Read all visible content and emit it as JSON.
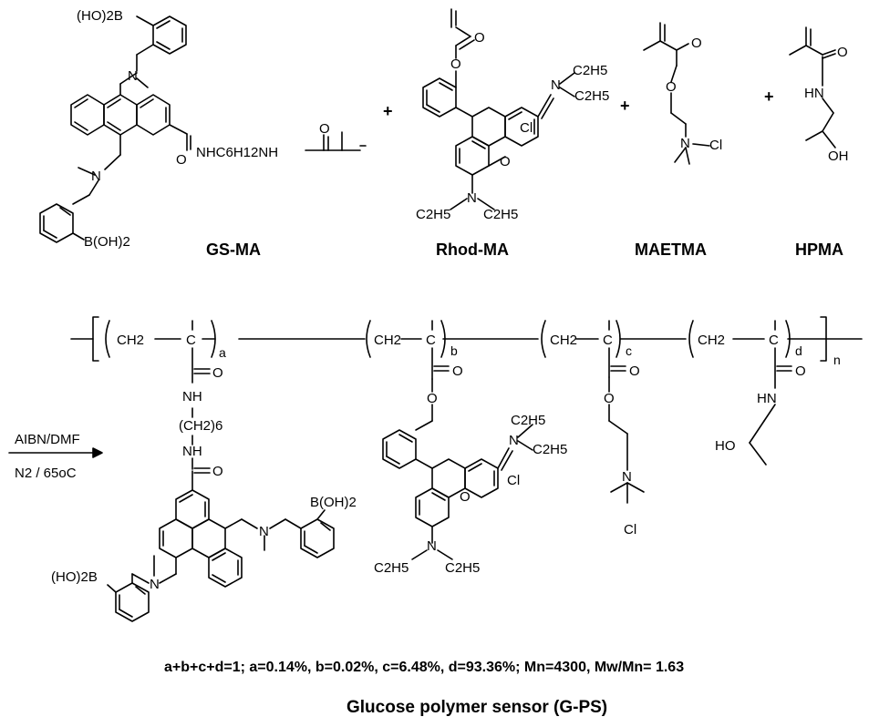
{
  "monomers": {
    "gs_ma": {
      "name": "GS-MA",
      "boronic_top": "(HO)2B",
      "boronic_bottom": "B(OH)2",
      "linker": "NHC6H12NH"
    },
    "plus": "+",
    "rhod_ma": {
      "name": "Rhod-MA",
      "amine_top": "N",
      "ethyl": "C2H5",
      "chloride": "Cl",
      "oxygen": "O",
      "amine_bottom": "N"
    },
    "maetma": {
      "name": "MAETMA",
      "chloride": "Cl",
      "nitrogen": "N",
      "oxygen": "O"
    },
    "hpma": {
      "name": "HPMA",
      "nh": "HN",
      "oh": "OH",
      "oxygen": "O"
    }
  },
  "reaction": {
    "reagent": "AIBN/DMF",
    "conditions": "N2 / 65oC"
  },
  "polymer": {
    "ch2": "CH2",
    "c": "C",
    "subscripts": [
      "a",
      "b",
      "c",
      "d"
    ],
    "repeat": "n",
    "unit_a": {
      "nh": "NH",
      "linker": "(CH2)6",
      "nh2": "NH",
      "boronic_right": "B(OH)2",
      "boronic_left": "(HO)2B"
    },
    "unit_b": {
      "ethyl": "C2H5",
      "chloride": "Cl",
      "nitrogen": "N",
      "oxygen": "O"
    },
    "unit_c": {
      "nitrogen": "N",
      "chloride": "Cl",
      "oxygen": "O"
    },
    "unit_d": {
      "nh": "HN",
      "ho": "HO",
      "oxygen": "O"
    }
  },
  "summary": "a+b+c+d=1; a=0.14%, b=0.02%, c=6.48%, d=93.36%;  Mn=4300, Mw/Mn= 1.63",
  "title": "Glucose polymer sensor (G-PS)"
}
